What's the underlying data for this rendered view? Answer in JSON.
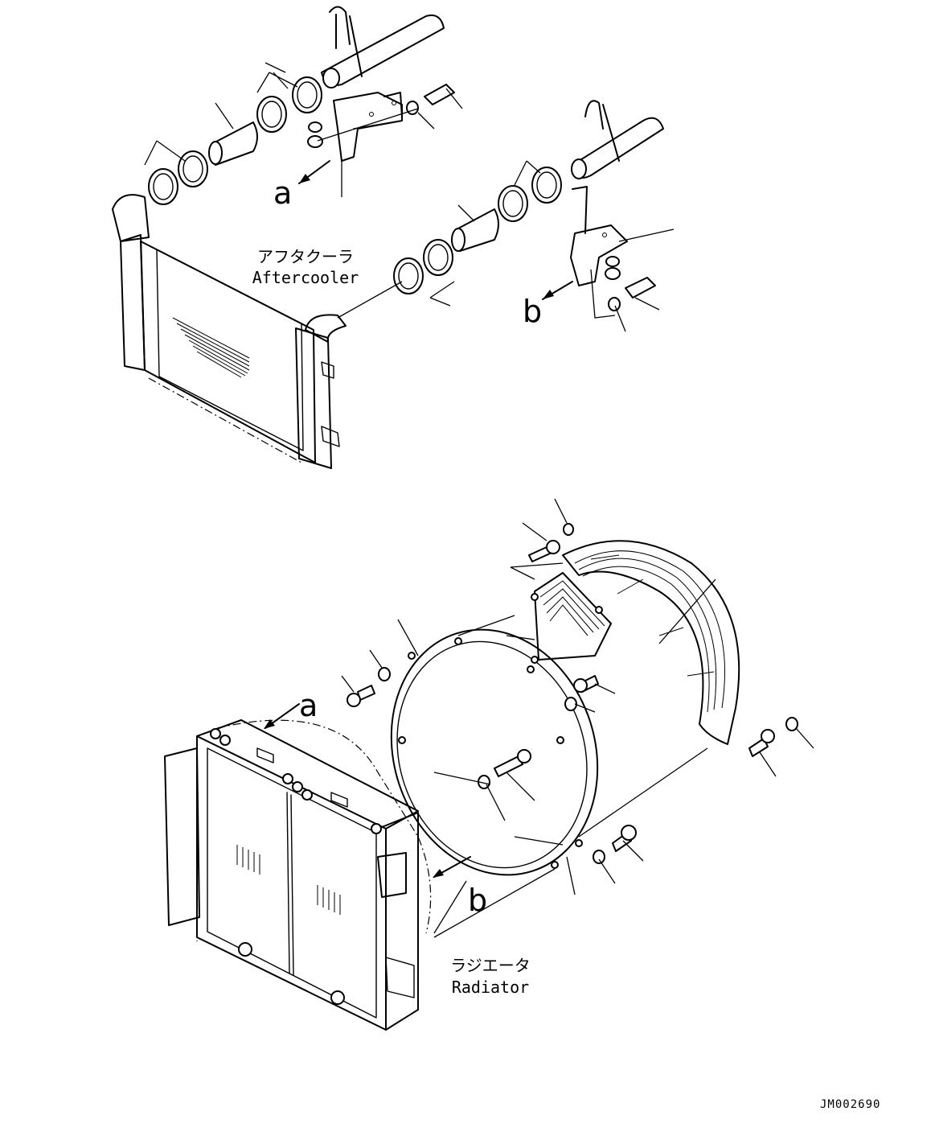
{
  "labels": {
    "aftercooler_jp": "アフタクーラ",
    "aftercooler_en": "Aftercooler",
    "radiator_jp": "ラジエータ",
    "radiator_en": "Radiator",
    "ref_a_top": "a",
    "ref_b_top": "b",
    "ref_a_bottom": "a",
    "ref_b_bottom": "b",
    "drawing_code": "JM002690"
  }
}
